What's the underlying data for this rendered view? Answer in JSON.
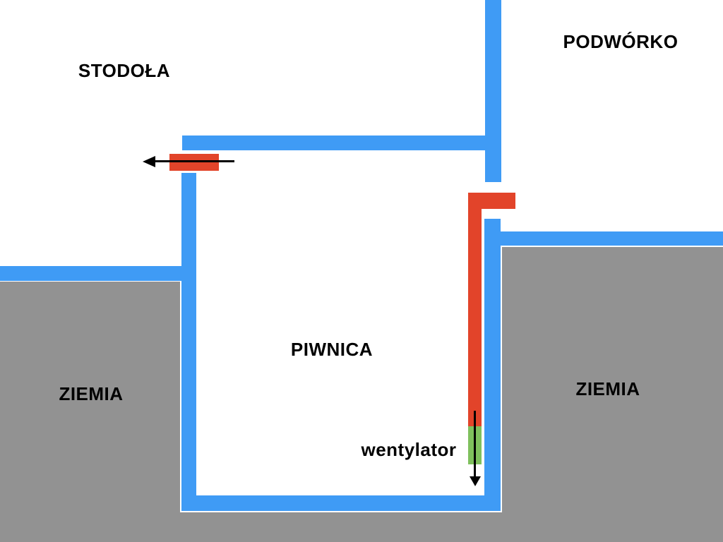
{
  "diagram": {
    "labels": {
      "stodola": "STODOŁA",
      "podworko": "PODWÓRKO",
      "piwnica": "PIWNICA",
      "ziemia_left": "ZIEMIA",
      "ziemia_right": "ZIEMIA",
      "wentylator": "wentylator"
    },
    "colors": {
      "wall_blue": "#3f9bf5",
      "pipe_red": "#e2442a",
      "fan_green": "#7fc05d",
      "ground_gray": "#929292",
      "arrow_black": "#000000",
      "background": "#ffffff",
      "text_black": "#000000"
    }
  }
}
